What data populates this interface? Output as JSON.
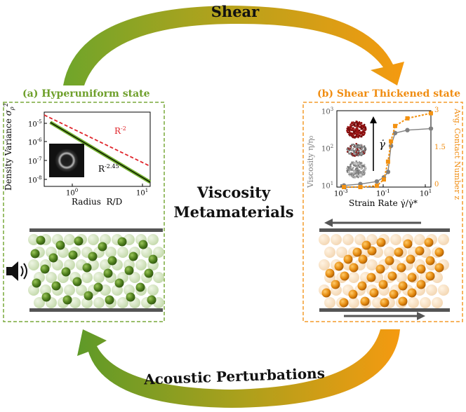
{
  "top_arrow": {
    "label": "Shear"
  },
  "bottom_arrow": {
    "label": "Acoustic Perturbations"
  },
  "center": {
    "line1": "Viscosity",
    "line2": "Metamaterials"
  },
  "colors": {
    "green": "#5a8a1e",
    "orange": "#f39212",
    "red_dash": "#e0242a",
    "gray": "#808080",
    "dark_wall": "#555555"
  },
  "panel_a": {
    "title": "(a) Hyperuniform state",
    "icon": "speaker-icon",
    "chart_data": {
      "type": "line",
      "scale": "log-log",
      "ylabel": "Density Variance σ²_ρ",
      "ylabel_main": "Density Variance",
      "ylabel_symbol": "σ",
      "ylabel_sup": "2",
      "ylabel_sub": "ρ",
      "xlabel": "Radius  R/D",
      "xlim": [
        0.5,
        12
      ],
      "ylim": [
        5e-09,
        5e-05
      ],
      "x_ticks": [
        "10",
        "10"
      ],
      "x_tick_exps": [
        "0",
        "1"
      ],
      "y_ticks": [
        "10",
        "10",
        "10",
        "10"
      ],
      "y_tick_exps": [
        "-5",
        "-6",
        "-7",
        "-8"
      ],
      "series": [
        {
          "name": "R-2",
          "name_base": "R",
          "name_exp": "-2",
          "style": "dashed",
          "color": "#e0242a",
          "x": [
            0.5,
            12
          ],
          "y": [
            3.5e-05,
            6.1e-08
          ]
        },
        {
          "name": "R-2.45",
          "name_base": "R",
          "name_exp": "-2.45",
          "style": "solid",
          "color": "#000000",
          "x": [
            0.6,
            12
          ],
          "y": [
            1.4e-05,
            8.5e-09
          ]
        }
      ]
    }
  },
  "panel_b": {
    "title": "(b) Shear Thickened state",
    "gamma_label": "γ̇",
    "chart_data": {
      "type": "line",
      "scale": "log",
      "xlabel": "Strain Rate γ̇/γ̇*",
      "ylabel_left": "Viscosity η/η₀",
      "ylabel_right": "Avg. Contact Number z",
      "xlim": [
        0.001,
        10
      ],
      "ylim_left": [
        10,
        1000
      ],
      "ylim_right": [
        0,
        3
      ],
      "x_ticks": [
        "10",
        "10",
        "10"
      ],
      "x_tick_exps": [
        "-3",
        "-1",
        "1"
      ],
      "y_ticks_left": [
        "10",
        "10",
        "10"
      ],
      "y_tick_exps_left": [
        "3",
        "2",
        "1"
      ],
      "y_ticks_right": [
        "3",
        "1.5",
        "0"
      ],
      "series": [
        {
          "name": "viscosity",
          "axis": "left",
          "color": "#808080",
          "x": [
            0.002,
            0.01,
            0.05,
            0.1,
            0.15,
            0.2,
            0.3,
            1,
            10
          ],
          "y": [
            11,
            12,
            14,
            18,
            25,
            120,
            260,
            310,
            340
          ]
        },
        {
          "name": "contact number",
          "axis": "right",
          "color": "#f39212",
          "x": [
            0.002,
            0.01,
            0.05,
            0.1,
            0.15,
            0.2,
            0.3,
            1,
            10
          ],
          "y": [
            0,
            0,
            0.05,
            0.3,
            1.0,
            1.8,
            2.4,
            2.7,
            2.9
          ]
        }
      ]
    }
  }
}
